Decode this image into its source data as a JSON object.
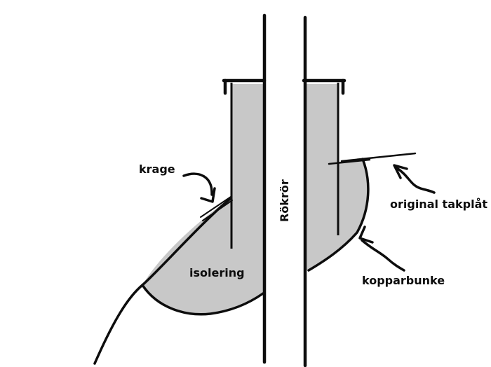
{
  "diagram": {
    "title_hint": "chimney roof flashing sketch",
    "colors": {
      "background": "#ffffff",
      "ink": "#0d0d0d",
      "insulation_gray": "#c8c8c8"
    },
    "labels": {
      "pipe": "Rökrör",
      "collar": "krage",
      "insulation": "isolering",
      "roof_sheet": "original takplåt",
      "copper_bowl": "kopparbunke"
    }
  }
}
